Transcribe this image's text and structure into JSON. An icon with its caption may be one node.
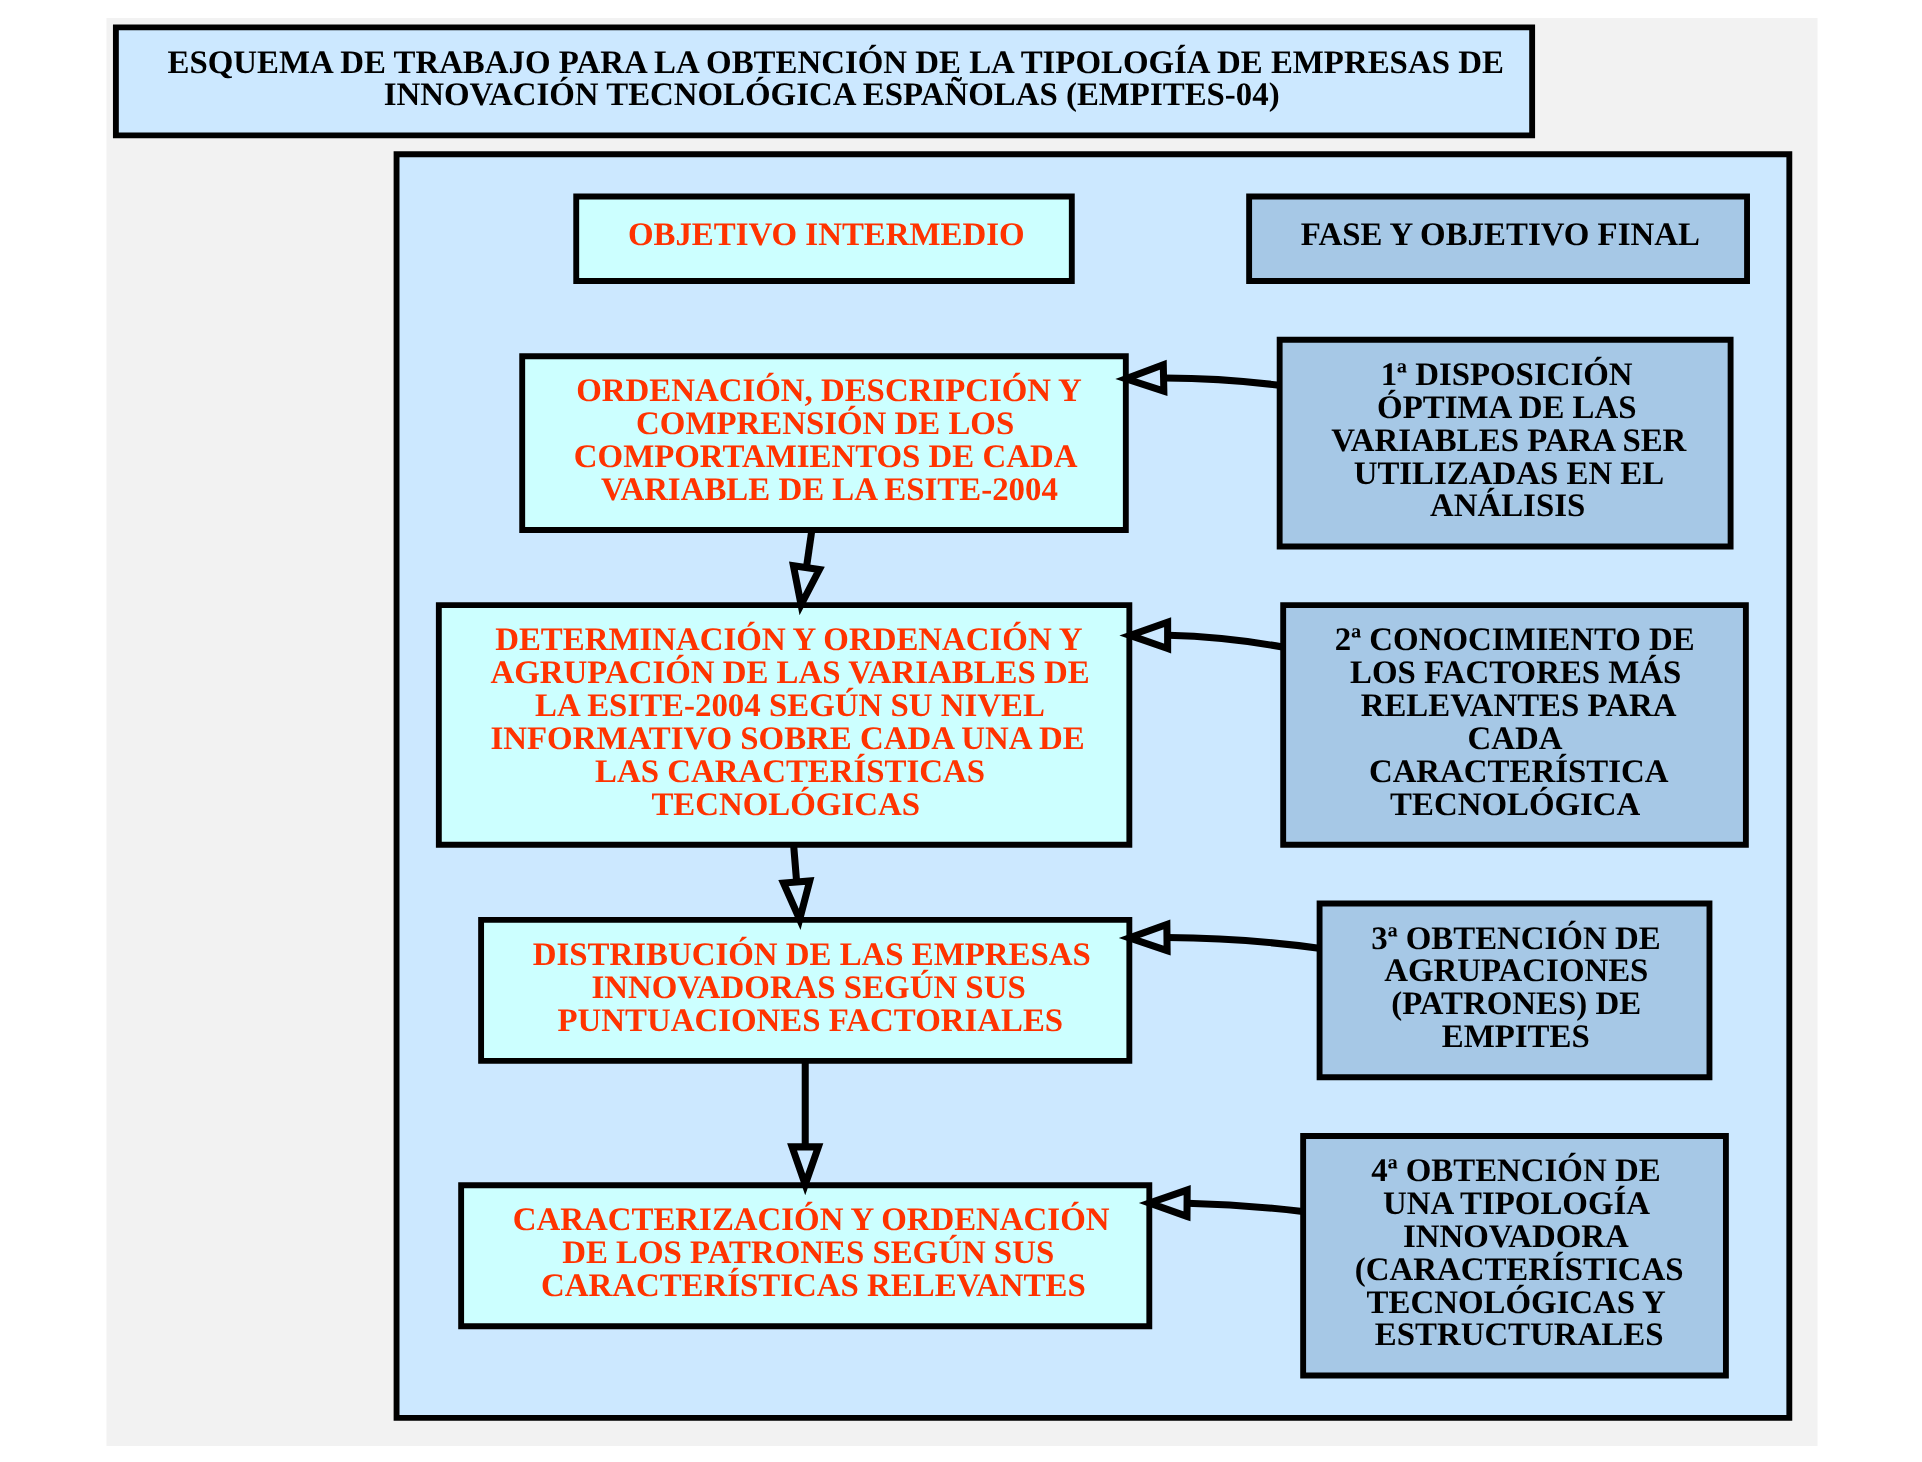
{
  "diagram": {
    "nodes": [
      {
        "text": [
          "ESQUEMA DE TRABAJO PARA LA OBTENCIÓN DE LA TIPOLOGÍA DE EMPRESAS DE INNOVACIÓN TECNOLÓGICA ESPAÑOLAS (EMPITES-04)"
        ]
      },
      {
        "text": [],
        "shape": "box"
      },
      {
        "text": [
          "OBJETIVO INTERMEDIO"
        ],
        "in": 1
      },
      {
        "text": [
          "FASE Y OBJETIVO FINAL"
        ],
        "in": 1
      },
      {
        "text": [
          "ORDENACIÓN, DESCRIPCIÓN Y COMPRENSIÓN DE LOS COMPORTAMIENTOS DE CADA VARIABLE DE LA ESITE-2004"
        ],
        "in": 1
      },
      {
        "text": [
          "1ª DISPOSICIÓN ÓPTIMA DE LAS VARIABLES PARA SER UTILIZADAS EN EL ANÁLISIS"
        ],
        "in": 1
      },
      {
        "text": [
          "DETERMINACIÓN Y ORDENACIÓN Y AGRUPACIÓN DE LAS VARIABLES DE LA ESITE-2004 SEGÚN SU NIVEL INFORMATIVO SOBRE CADA UNA DE LAS CARACTERÍSTICAS TECNOLÓGICAS"
        ],
        "in": 1
      },
      {
        "text": [
          "2ª CONOCIMIENTO DE LOS FACTORES MÁS RELEVANTES PARA CADA CARACTERÍSTICA TECNOLÓGICA"
        ],
        "in": 1
      },
      {
        "text": [
          "DISTRIBUCIÓN DE LAS EMPRESAS INNOVADORAS SEGÚN SUS PUNTUACIONES FACTORIALES"
        ],
        "in": 1
      },
      {
        "text": [
          "3ª OBTENCIÓN DE AGRUPACIONES (PATRONES) DE EMPITES"
        ],
        "in": 1
      },
      {
        "text": [
          "CARACTERIZACIÓN Y ORDENACIÓN DE LOS PATRONES SEGÚN SUS CARACTERÍSTICAS RELEVANTES"
        ],
        "in": 1
      },
      {
        "text": [
          "4ª OBTENCIÓN DE UNA TIPOLOGÍA INNOVADORA (CARACTERÍSTICAS TECNOLÓGICAS Y ESTRUCTURALES"
        ],
        "in": 1
      }
    ],
    "edges": [
      {
        "from": 4,
        "to": 6,
        "arrow": "to"
      },
      {
        "from": 6,
        "to": 8,
        "arrow": "to"
      },
      {
        "from": 8,
        "to": 10,
        "arrow": "to"
      },
      {
        "from": 5,
        "to": 4,
        "arrow": "to"
      },
      {
        "from": 7,
        "to": 6,
        "arrow": "to"
      },
      {
        "from": 9,
        "to": 8,
        "arrow": "to"
      },
      {
        "from": 11,
        "to": 10,
        "arrow": "to"
      }
    ]
  }
}
